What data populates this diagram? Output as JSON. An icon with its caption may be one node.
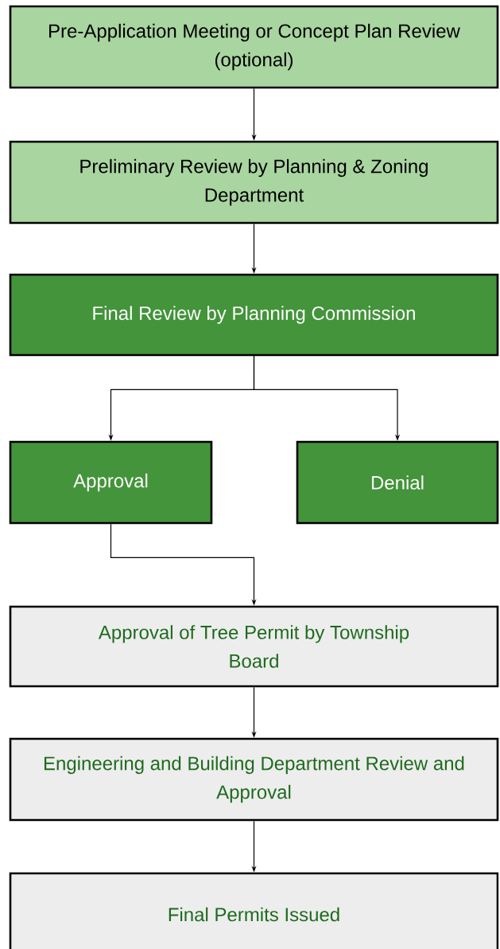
{
  "diagram": {
    "nodes": [
      {
        "text": [
          "Pre-Application Meeting or Concept Plan Review (optional)"
        ]
      },
      {
        "text": [
          "Preliminary Review by Planning & Zoning Department"
        ]
      },
      {
        "text": [
          "Final Review by Planning Commission"
        ]
      },
      {
        "text": [
          "Approval"
        ]
      },
      {
        "text": [
          "Denial"
        ]
      },
      {
        "text": [
          "Approval of Tree Permit by Township Board"
        ]
      },
      {
        "text": [
          "Engineering  and Building Department Review and Approval"
        ]
      },
      {
        "text": [
          "Final Permits Issued"
        ]
      }
    ],
    "edges": [
      {
        "from": 0,
        "to": 1,
        "arrow": "to"
      },
      {
        "from": 1,
        "to": 2,
        "arrow": "to"
      },
      {
        "from": 2,
        "to": 3,
        "arrow": "to"
      },
      {
        "from": 2,
        "to": 4,
        "arrow": "to"
      },
      {
        "from": 3,
        "to": 5,
        "arrow": "to"
      },
      {
        "from": 5,
        "to": 6,
        "arrow": "to"
      },
      {
        "from": 6,
        "to": 7,
        "arrow": "to"
      }
    ]
  }
}
